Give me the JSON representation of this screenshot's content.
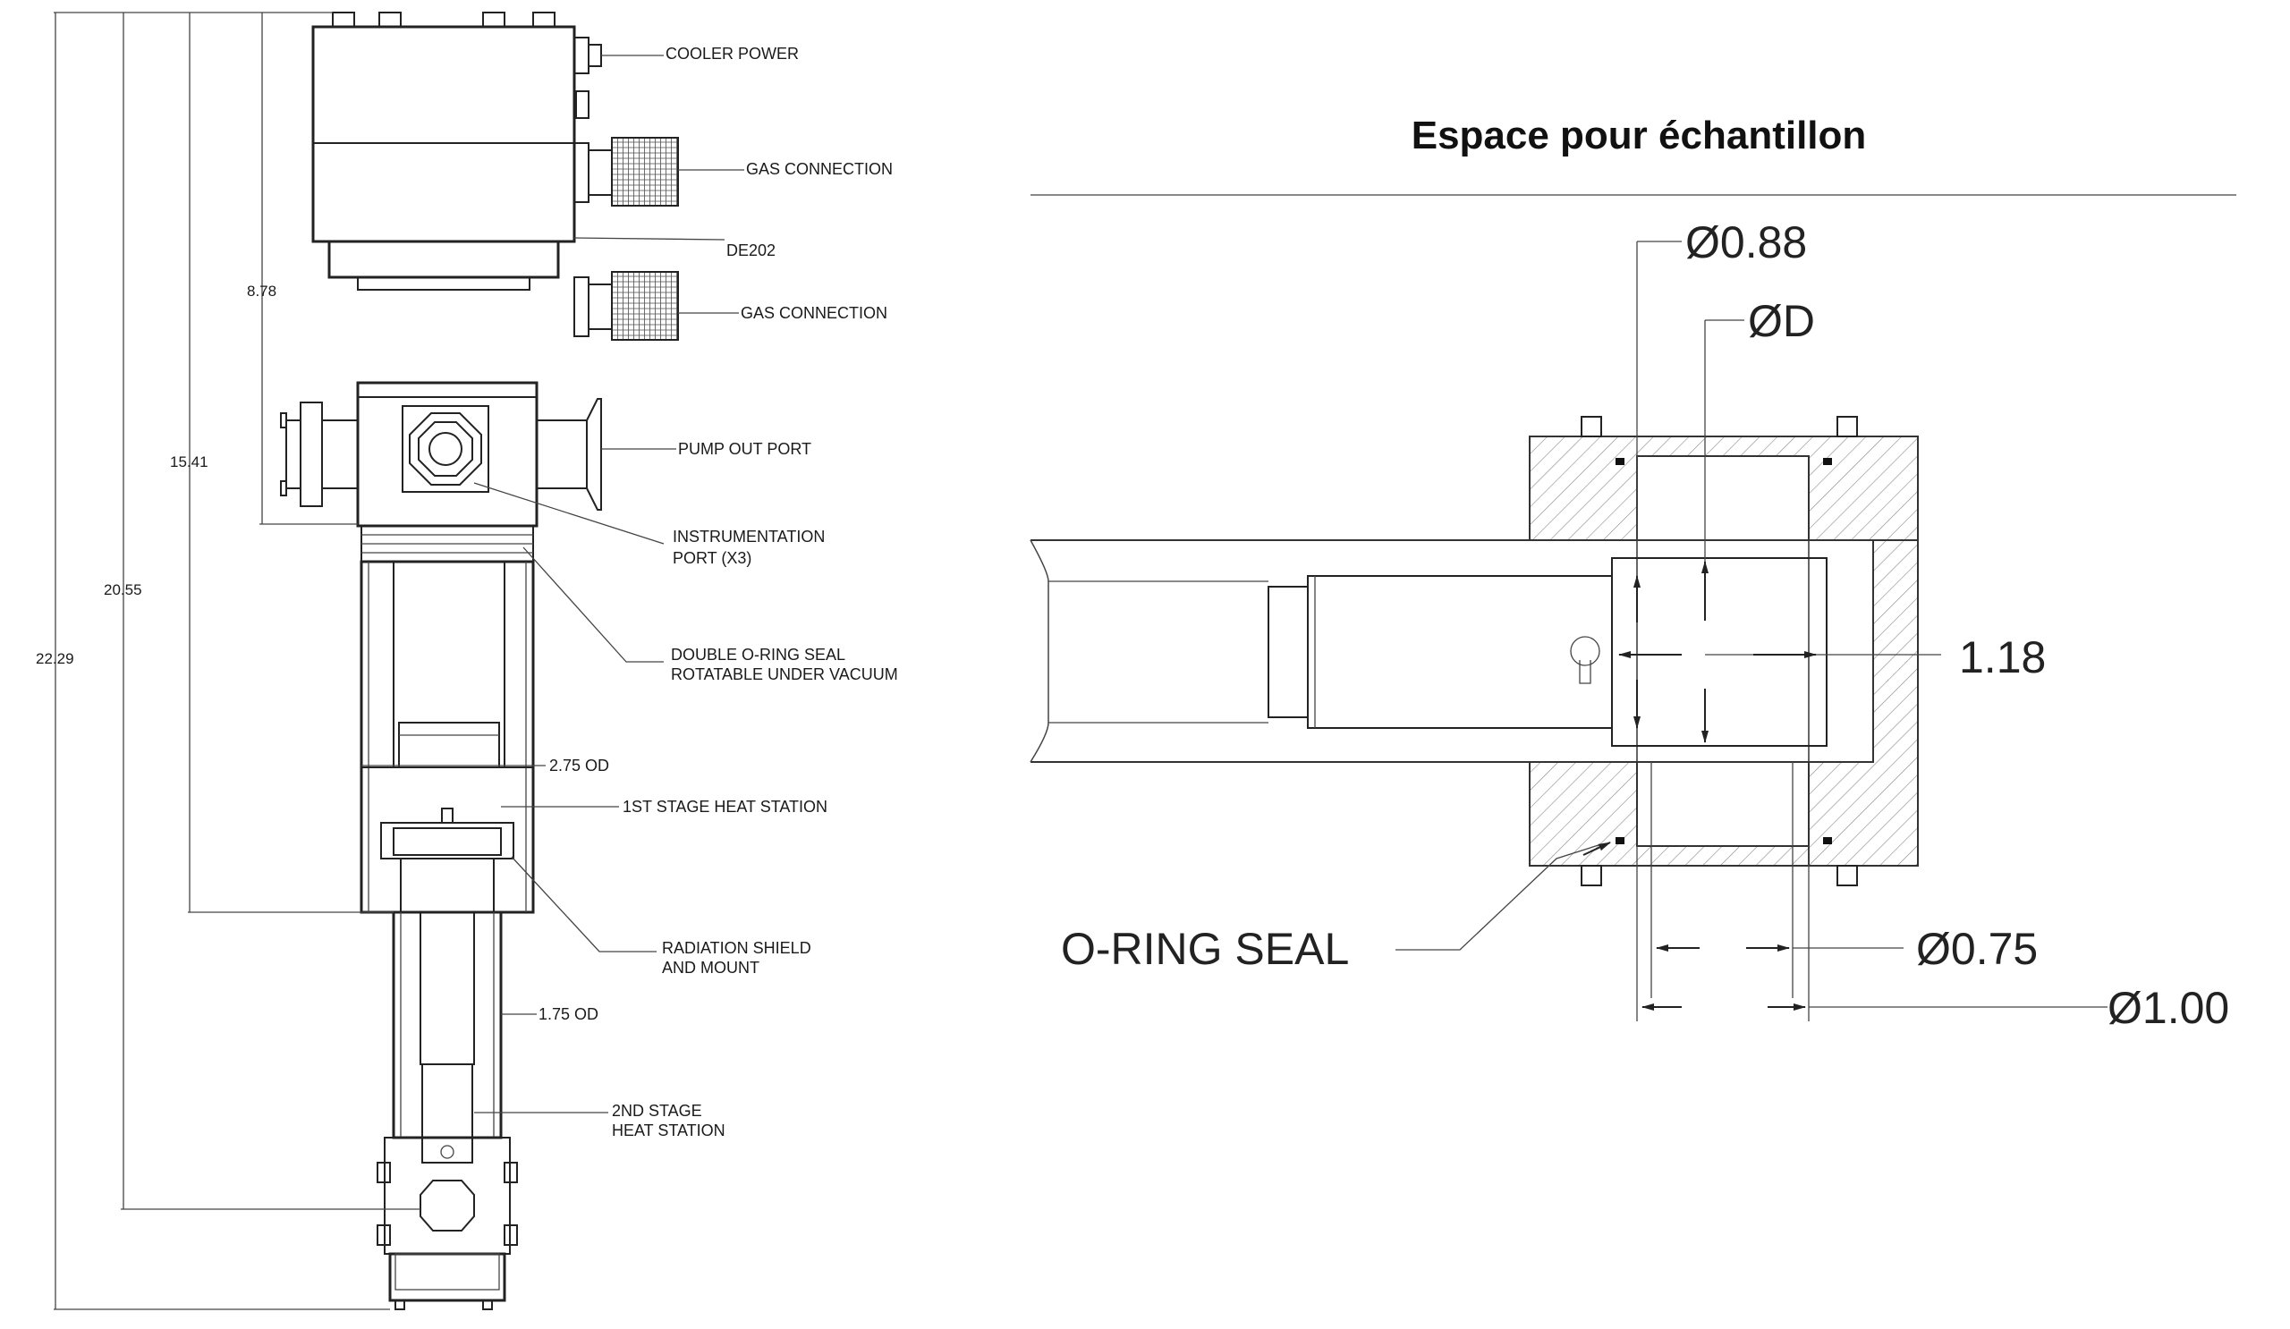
{
  "right_panel": {
    "title": "Espace pour échantillon",
    "dim_outer_dia": "Ø0.88",
    "dim_inner_dia": "ØD",
    "dim_length": "1.18",
    "dim_small_bore": "Ø0.75",
    "dim_large_bore": "Ø1.00",
    "oring_label": "O-RING SEAL"
  },
  "left_panel": {
    "callouts": {
      "cooler_power": "COOLER POWER",
      "gas_connection_top": "GAS CONNECTION",
      "de202": "DE202",
      "gas_connection_bottom": "GAS CONNECTION",
      "pump_out_port": "PUMP OUT PORT",
      "instrumentation_port_1": "INSTRUMENTATION",
      "instrumentation_port_2": "PORT (X3)",
      "double_oring_1": "DOUBLE O-RING SEAL",
      "double_oring_2": "ROTATABLE UNDER VACUUM",
      "od_275": "2.75 OD",
      "first_stage": "1ST STAGE HEAT STATION",
      "radiation_shield_1": "RADIATION SHIELD",
      "radiation_shield_2": "AND MOUNT",
      "od_175": "1.75 OD",
      "second_stage_1": "2ND STAGE",
      "second_stage_2": "HEAT STATION"
    },
    "vertical_dims": {
      "d_878": "8.78",
      "d_1541": "15.41",
      "d_2055": "20.55",
      "d_2229": "22.29"
    }
  }
}
